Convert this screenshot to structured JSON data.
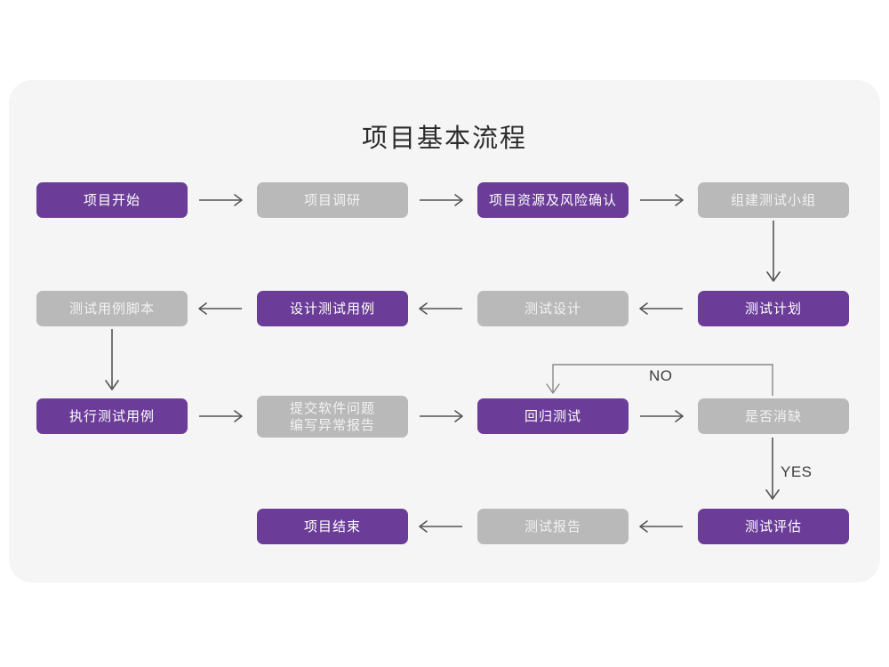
{
  "diagram": {
    "title": "项目基本流程",
    "colors": {
      "page_background": "#ffffff",
      "card_background": "#f5f5f5",
      "node_active": "#6b3d98",
      "node_inactive": "#b9b9b9",
      "connector": "#555555",
      "title_text": "#2c2c2c"
    },
    "nodes": [
      {
        "id": "n1",
        "label": "项目开始",
        "style": "purple"
      },
      {
        "id": "n2",
        "label": "项目调研",
        "style": "gray"
      },
      {
        "id": "n3",
        "label": "项目资源及风险确认",
        "style": "purple"
      },
      {
        "id": "n4",
        "label": "组建测试小组",
        "style": "gray"
      },
      {
        "id": "n5",
        "label": "测试用例脚本",
        "style": "gray"
      },
      {
        "id": "n6",
        "label": "设计测试用例",
        "style": "purple"
      },
      {
        "id": "n7",
        "label": "测试设计",
        "style": "gray"
      },
      {
        "id": "n8",
        "label": "测试计划",
        "style": "purple"
      },
      {
        "id": "n9",
        "label": "执行测试用例",
        "style": "purple"
      },
      {
        "id": "n10",
        "label": "提交软件问题\n编写异常报告",
        "style": "gray"
      },
      {
        "id": "n11",
        "label": "回归测试",
        "style": "purple"
      },
      {
        "id": "n12",
        "label": "是否消缺",
        "style": "gray"
      },
      {
        "id": "n13",
        "label": "项目结束",
        "style": "purple"
      },
      {
        "id": "n14",
        "label": "测试报告",
        "style": "gray"
      },
      {
        "id": "n15",
        "label": "测试评估",
        "style": "purple"
      }
    ],
    "edge_labels": {
      "no": "NO",
      "yes": "YES"
    }
  }
}
